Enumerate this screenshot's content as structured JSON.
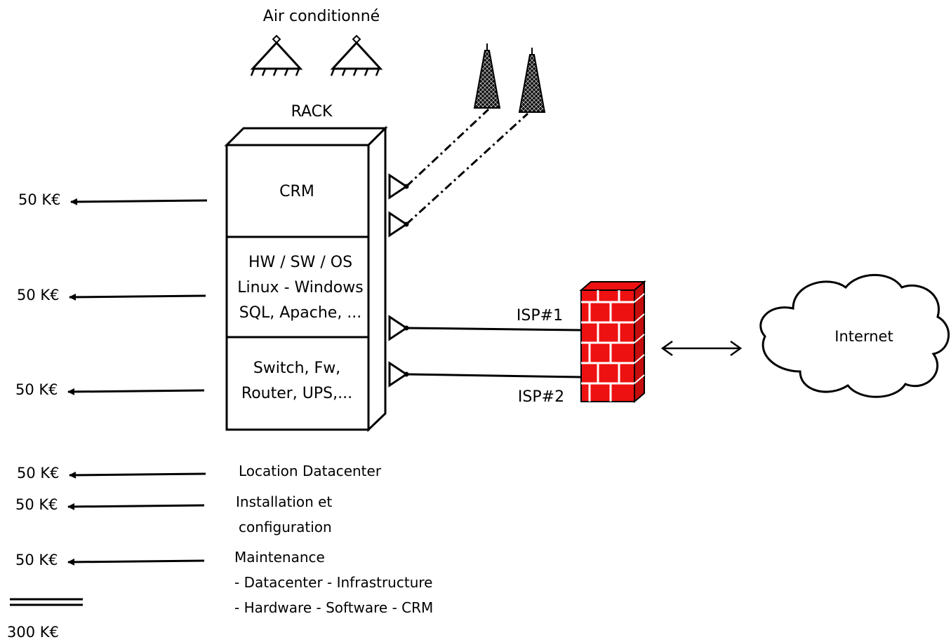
{
  "air_conditioning": {
    "label": "Air conditionné",
    "unit_icon": "air-conditioner-icon"
  },
  "rack": {
    "label": "RACK",
    "crm_label": "CRM",
    "stack_lines": [
      "HW / SW / OS",
      "Linux - Windows",
      "SQL, Apache, ..."
    ],
    "network_lines": [
      "Switch, Fw,",
      "Router, UPS,..."
    ]
  },
  "isp": {
    "isp1_label": "ISP#1",
    "isp2_label": "ISP#2"
  },
  "firewall": {
    "icon": "brick-firewall-icon",
    "color": "#ee1111"
  },
  "internet": {
    "label": "Internet",
    "icon": "cloud-icon"
  },
  "antenna_icon": "radio-tower-icon",
  "costs": [
    "50 K€",
    "50 K€",
    "50 K€",
    "50 K€",
    "50 K€",
    "50 K€"
  ],
  "total": "300 K€",
  "descriptions": {
    "datacenter": "Location Datacenter",
    "installation_lines": [
      "Installation et",
      "configuration"
    ],
    "maintenance_lines": [
      "Maintenance",
      "- Datacenter - Infrastructure",
      "- Hardware - Software - CRM"
    ]
  }
}
